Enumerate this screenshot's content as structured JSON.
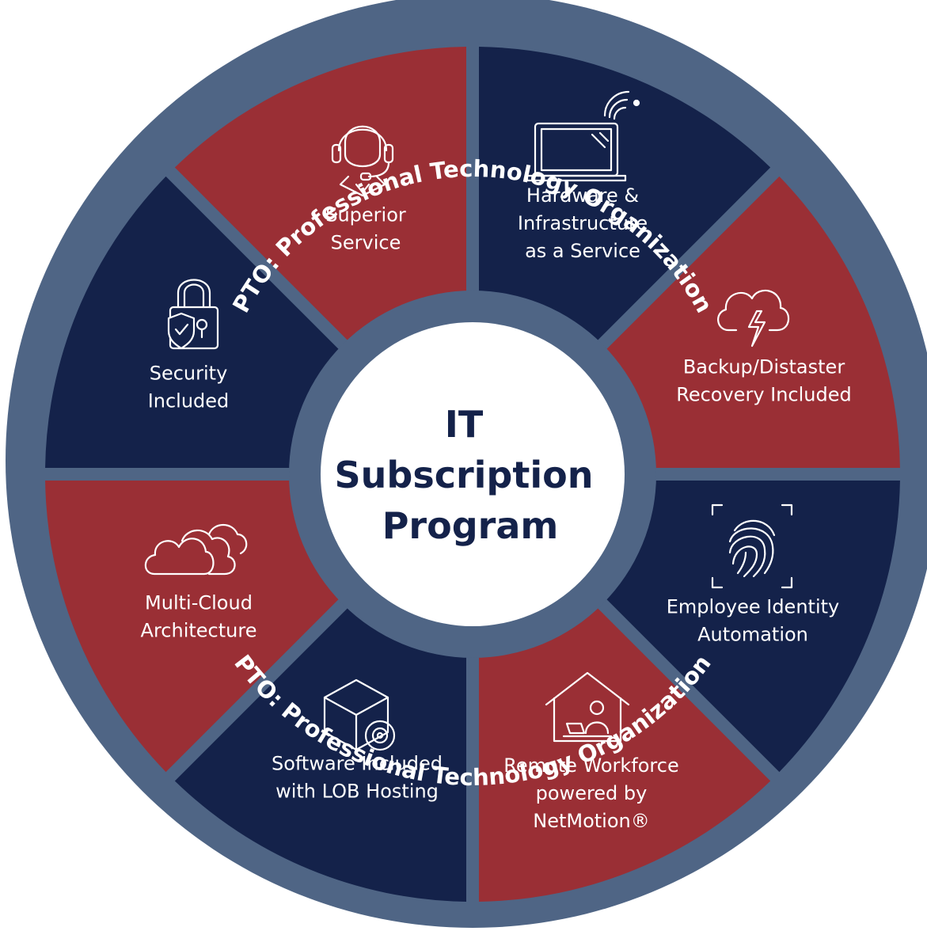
{
  "colors": {
    "ring": "#4f6585",
    "ring_dark": "#3f5373",
    "red": "#9a2f35",
    "navy": "#14224a",
    "center_fill": "#ffffff",
    "center_text": "#14224a"
  },
  "ring_text": {
    "top": "PTO: Professional Technology Organization",
    "bottom": "PTO: Professional Technology Organization"
  },
  "center": {
    "line1": "IT",
    "line2": "Subscription",
    "line3": "Program"
  },
  "segments": [
    {
      "id": "superior-service",
      "icon": "headset-support-icon",
      "color": "red",
      "lines": [
        "Superior",
        "Service"
      ]
    },
    {
      "id": "hardware",
      "icon": "laptop-wireless-icon",
      "color": "navy",
      "lines": [
        "Hardware &",
        "Infrastructure",
        "as a Service"
      ]
    },
    {
      "id": "backup",
      "icon": "cloud-lightning-icon",
      "color": "red",
      "lines": [
        "Backup/Distaster",
        "Recovery Included"
      ]
    },
    {
      "id": "identity",
      "icon": "fingerprint-scan-icon",
      "color": "navy",
      "lines": [
        "Employee Identity",
        "Automation"
      ]
    },
    {
      "id": "remote",
      "icon": "home-worker-icon",
      "color": "red",
      "lines": [
        "Remote Workforce",
        "powered by",
        "NetMotion®"
      ]
    },
    {
      "id": "software",
      "icon": "package-gear-icon",
      "color": "navy",
      "lines": [
        "Software Included",
        "with LOB Hosting"
      ]
    },
    {
      "id": "multicloud",
      "icon": "multi-cloud-icon",
      "color": "red",
      "lines": [
        "Multi-Cloud",
        "Architecture"
      ]
    },
    {
      "id": "security",
      "icon": "padlock-shield-icon",
      "color": "navy",
      "lines": [
        "Security",
        "Included"
      ]
    }
  ]
}
